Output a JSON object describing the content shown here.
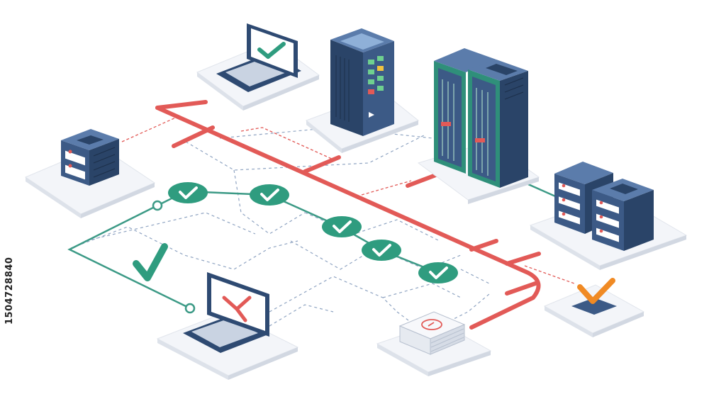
{
  "watermark_id": "1504728840",
  "colors": {
    "background": "#ffffff",
    "platform_top": "#f3f5f9",
    "platform_side": "#dde2ea",
    "server_front": "#3c5a86",
    "server_side": "#2a4468",
    "server_top": "#5b7cab",
    "server_green": "#2f8f7a",
    "connector_teal": "#3c9a86",
    "check_green": "#2f9c7f",
    "alert_red": "#e25a57",
    "warning_orange": "#f08a24",
    "dashed_line": "#8fa4c2"
  },
  "diagram": {
    "nodes": [
      {
        "id": "laptop-top",
        "kind": "laptop",
        "status_icon": "check-icon"
      },
      {
        "id": "server-tower-center",
        "kind": "server-tower"
      },
      {
        "id": "server-rack-pair",
        "kind": "server-rack"
      },
      {
        "id": "server-small-left",
        "kind": "server-stack"
      },
      {
        "id": "server-stack-right",
        "kind": "server-stack"
      },
      {
        "id": "laptop-bottom",
        "kind": "laptop",
        "status_icon": "x-icon"
      },
      {
        "id": "router-box",
        "kind": "router"
      },
      {
        "id": "warning-check",
        "kind": "status-tile",
        "status_icon": "check-icon"
      }
    ],
    "check_badges": 5,
    "links": [
      "red-trunk-line",
      "teal-connector-line",
      "dashed-data-lines"
    ]
  }
}
